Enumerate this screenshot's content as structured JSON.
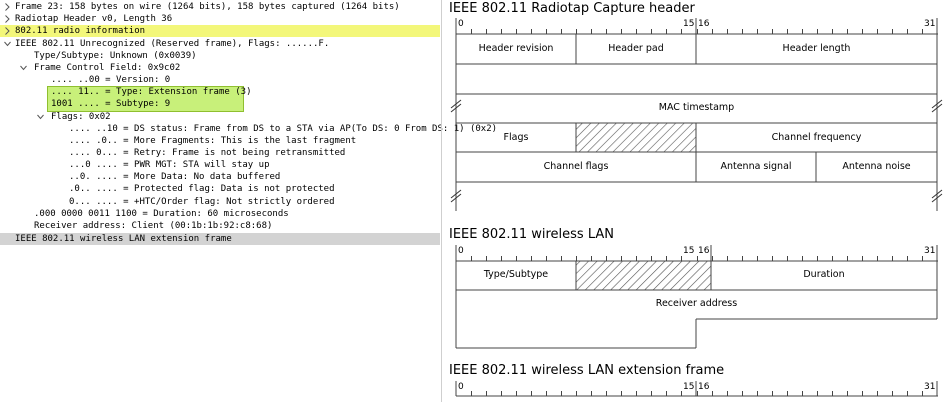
{
  "tree": {
    "rows": [
      {
        "text": "Frame 23: 158 bytes on wire (1264 bits), 158 bytes captured (1264 bits)",
        "indent": 0,
        "twisty": "collapsed"
      },
      {
        "text": "Radiotap Header v0, Length 36",
        "indent": 0,
        "twisty": "collapsed"
      },
      {
        "text": "802.11 radio information",
        "indent": 0,
        "twisty": "collapsed"
      },
      {
        "text": "IEEE 802.11 Unrecognized (Reserved frame), Flags: ......F.",
        "indent": 0,
        "twisty": "expanded"
      },
      {
        "text": "Type/Subtype: Unknown (0x0039)",
        "indent": 1,
        "twisty": "none"
      },
      {
        "text": "Frame Control Field: 0x9c02",
        "indent": 1,
        "twisty": "expanded"
      },
      {
        "text": ".... ..00 = Version: 0",
        "indent": 2,
        "twisty": "none"
      },
      {
        "text": ".... 11.. = Type: Extension frame (3)",
        "indent": 2,
        "twisty": "none"
      },
      {
        "text": "1001 .... = Subtype: 9",
        "indent": 2,
        "twisty": "none"
      },
      {
        "text": "Flags: 0x02",
        "indent": 2,
        "twisty": "expanded"
      },
      {
        "text": ".... ..10 = DS status: Frame from DS to a STA via AP(To DS: 0 From DS: 1) (0x2)",
        "indent": 3,
        "twisty": "none"
      },
      {
        "text": ".... .0.. = More Fragments: This is the last fragment",
        "indent": 3,
        "twisty": "none"
      },
      {
        "text": ".... 0... = Retry: Frame is not being retransmitted",
        "indent": 3,
        "twisty": "none"
      },
      {
        "text": "...0 .... = PWR MGT: STA will stay up",
        "indent": 3,
        "twisty": "none"
      },
      {
        "text": "..0. .... = More Data: No data buffered",
        "indent": 3,
        "twisty": "none"
      },
      {
        "text": ".0.. .... = Protected flag: Data is not protected",
        "indent": 3,
        "twisty": "none"
      },
      {
        "text": "0... .... = +HTC/Order flag: Not strictly ordered",
        "indent": 3,
        "twisty": "none"
      },
      {
        "text": ".000 0000 0011 1100 = Duration: 60 microseconds",
        "indent": 1,
        "twisty": "none"
      },
      {
        "text": "Receiver address: Client (00:1b:1b:92:c8:68)",
        "indent": 1,
        "twisty": "none"
      },
      {
        "text": "IEEE 802.11 wireless LAN extension frame",
        "indent": 0,
        "twisty": "none"
      }
    ]
  },
  "colors": {
    "selected_row": "#d3d3d3",
    "highlight_yellow": "#f3f77a",
    "highlight_green": "#c8f07a",
    "highlight_green_border": "#8fbf2f",
    "line": "#444444",
    "hatch": "#555555"
  },
  "diagrams": [
    {
      "title": "IEEE 802.11 Radiotap Capture header",
      "bit_labels": {
        "start": "0",
        "mid_left": "15",
        "mid_right": "16",
        "end": "31"
      },
      "fields": {
        "header_revision": "Header revision",
        "header_pad": "Header pad",
        "header_length": "Header length",
        "mac_timestamp": "MAC timestamp",
        "flags": "Flags",
        "channel_frequency": "Channel frequency",
        "channel_flags": "Channel flags",
        "antenna_signal": "Antenna signal",
        "antenna_noise": "Antenna noise"
      }
    },
    {
      "title": "IEEE 802.11 wireless LAN",
      "bit_labels": {
        "start": "0",
        "mid_left": "15",
        "mid_right": "16",
        "end": "31"
      },
      "fields": {
        "type_subtype": "Type/Subtype",
        "duration": "Duration",
        "receiver_address": "Receiver address"
      }
    },
    {
      "title": "IEEE 802.11 wireless LAN extension frame",
      "bit_labels": {
        "start": "0",
        "mid_left": "15",
        "mid_right": "16",
        "end": "31"
      }
    }
  ]
}
